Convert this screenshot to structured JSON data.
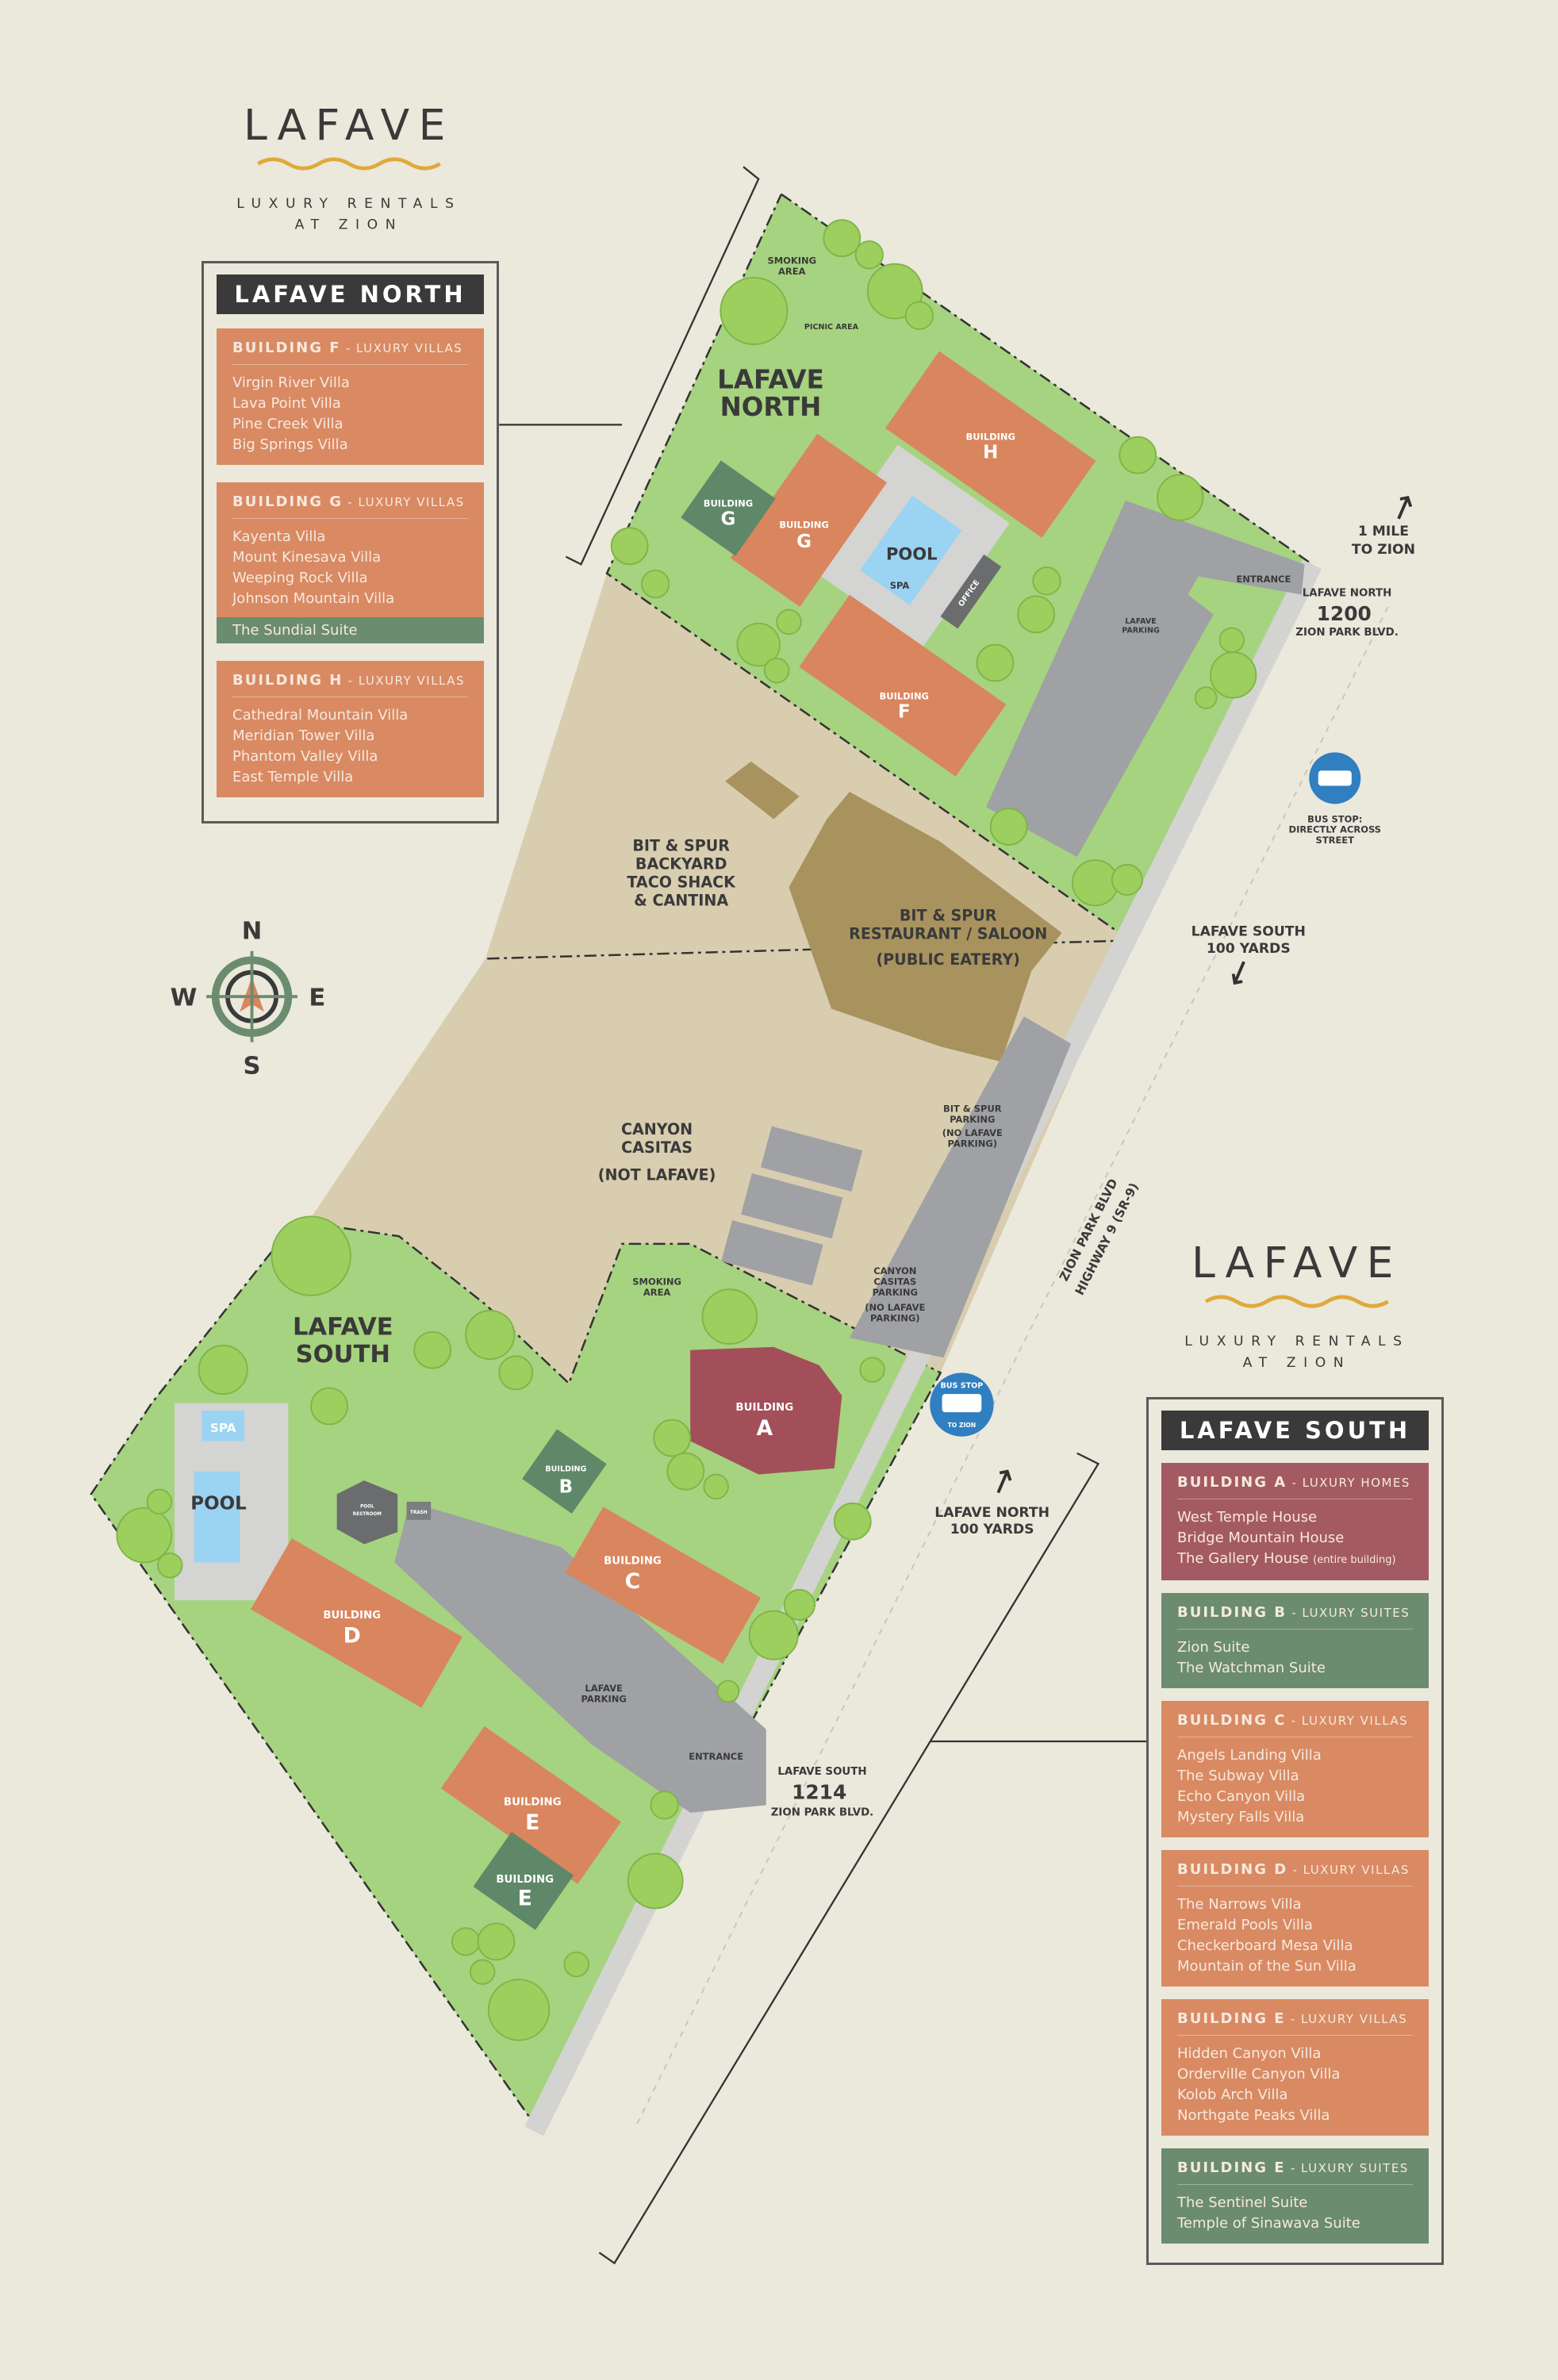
{
  "logo_north": {
    "word": "LAFAVE",
    "line1": "LUXURY RENTALS",
    "line2": "AT ZION"
  },
  "logo_south": {
    "word": "LAFAVE",
    "line1": "LUXURY RENTALS",
    "line2": "AT ZION"
  },
  "compass": {
    "n": "N",
    "s": "S",
    "e": "E",
    "w": "W"
  },
  "colors": {
    "background": "#ebe8dc",
    "lawn": "#a6d37f",
    "common_area": "#d9cdb0",
    "villas": "#d9855e",
    "homes": "#a24f5a",
    "suites": "#5e8868",
    "parking": "#9fa1a4",
    "pool": "#9bd3f2",
    "bus_stop": "#2f7fc1"
  },
  "legend_north": {
    "title": "LAFAVE NORTH",
    "sections": [
      {
        "building": "BUILDING F",
        "type": "LUXURY VILLAS",
        "units": [
          "Virgin River Villa",
          "Lava Point Villa",
          "Pine Creek Villa",
          "Big Springs Villa"
        ]
      },
      {
        "building": "BUILDING G",
        "type": "LUXURY VILLAS",
        "units": [
          "Kayenta Villa",
          "Mount Kinesava Villa",
          "Weeping Rock Villa",
          "Johnson Mountain Villa"
        ],
        "suite": "The Sundial Suite"
      },
      {
        "building": "BUILDING H",
        "type": "LUXURY VILLAS",
        "units": [
          "Cathedral Mountain Villa",
          "Meridian Tower Villa",
          "Phantom Valley Villa",
          "East Temple Villa"
        ]
      }
    ]
  },
  "legend_south": {
    "title": "LAFAVE SOUTH",
    "sections": [
      {
        "building": "BUILDING A",
        "type": "LUXURY HOMES",
        "units": [
          "West Temple House",
          "Bridge Mountain House",
          "The Gallery House"
        ],
        "note": "(entire building)"
      },
      {
        "building": "BUILDING B",
        "type": "LUXURY SUITES",
        "units": [
          "Zion Suite",
          "The Watchman Suite"
        ]
      },
      {
        "building": "BUILDING C",
        "type": "LUXURY VILLAS",
        "units": [
          "Angels Landing Villa",
          "The Subway Villa",
          "Echo Canyon Villa",
          "Mystery Falls Villa"
        ]
      },
      {
        "building": "BUILDING D",
        "type": "LUXURY VILLAS",
        "units": [
          "The Narrows Villa",
          "Emerald Pools Villa",
          "Checkerboard Mesa Villa",
          "Mountain of the Sun Villa"
        ]
      },
      {
        "building": "BUILDING E",
        "type": "LUXURY VILLAS",
        "units": [
          "Hidden Canyon Villa",
          "Orderville Canyon Villa",
          "Kolob Arch Villa",
          "Northgate Peaks Villa"
        ]
      },
      {
        "building": "BUILDING E",
        "type": "LUXURY SUITES",
        "units": [
          "The Sentinel Suite",
          "Temple of Sinawava Suite"
        ]
      }
    ]
  },
  "map": {
    "north_title": [
      "LAFAVE",
      "NORTH"
    ],
    "south_title": [
      "LAFAVE",
      "SOUTH"
    ],
    "smoking_north": [
      "SMOKING",
      "AREA"
    ],
    "picnic": "PICNIC AREA",
    "bldg_word": "BUILDING",
    "g": "G",
    "h": "H",
    "f": "F",
    "a": "A",
    "b": "B",
    "c": "C",
    "d": "D",
    "e": "E",
    "pool": "POOL",
    "spa": "SPA",
    "office": "OFFICE",
    "parking": [
      "LAFAVE",
      "PARKING"
    ],
    "entrance": "ENTRANCE",
    "mile": [
      "1 MILE",
      "TO ZION"
    ],
    "north_addr": [
      "LAFAVE NORTH",
      "1200",
      "ZION PARK BLVD."
    ],
    "bus_north": [
      "BUS STOP:",
      "DIRECTLY ACROSS",
      "STREET"
    ],
    "bus_icon": [
      "BUS STOP",
      "TO ZION"
    ],
    "taco": [
      "BIT & SPUR",
      "BACKYARD",
      "TACO SHACK",
      "& CANTINA"
    ],
    "restaurant": [
      "BIT & SPUR",
      "RESTAURANT / SALOON",
      "(PUBLIC EATERY)"
    ],
    "south_dist": [
      "LAFAVE SOUTH",
      "100 YARDS"
    ],
    "bs_parking": [
      "BIT & SPUR",
      "PARKING",
      "(NO LAFAVE",
      "PARKING)"
    ],
    "casitas": [
      "CANYON",
      "CASITAS",
      "(NOT LAFAVE)"
    ],
    "cc_parking": [
      "CANYON",
      "CASITAS",
      "PARKING",
      "(NO LAFAVE",
      "PARKING)"
    ],
    "highway": [
      "ZION PARK BLVD",
      "HIGHWAY 9 (SR-9)"
    ],
    "smoking_south": [
      "SMOKING",
      "AREA"
    ],
    "restroom": [
      "POOL",
      "RESTROOM"
    ],
    "trash": "TRASH",
    "north_dist": [
      "LAFAVE NORTH",
      "100 YARDS"
    ],
    "south_addr": [
      "LAFAVE SOUTH",
      "1214",
      "ZION PARK BLVD."
    ]
  }
}
